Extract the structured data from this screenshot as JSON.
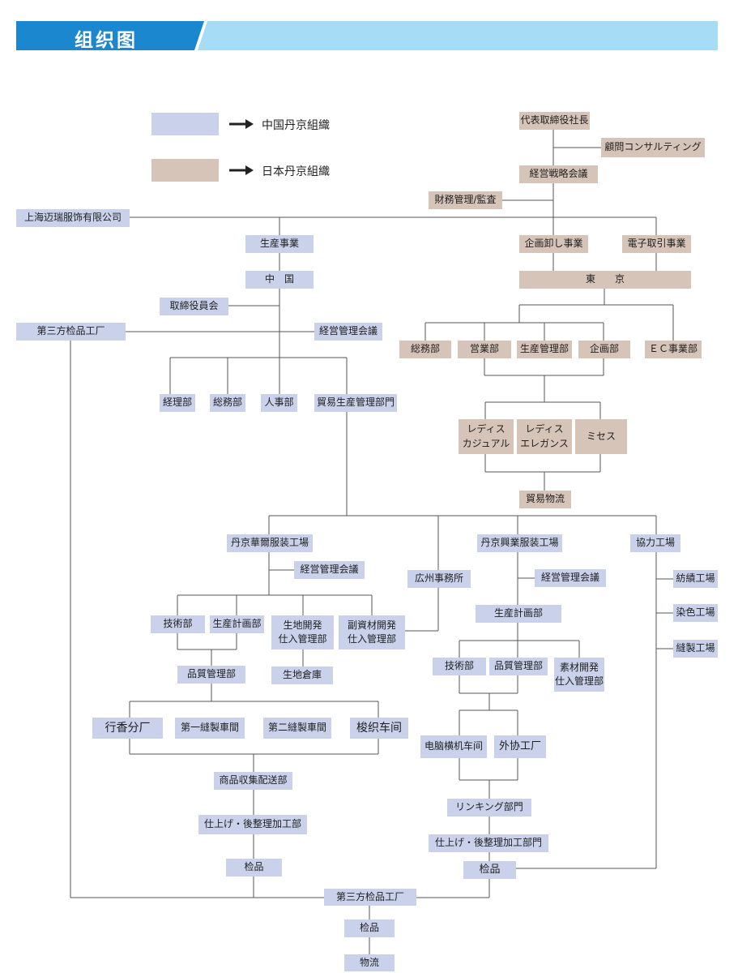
{
  "header": {
    "title": "组织图"
  },
  "legend": [
    {
      "label": "中国丹京組織",
      "color": "#c9d2ea"
    },
    {
      "label": "日本丹京組織",
      "color": "#d7c4b9"
    }
  ],
  "colors": {
    "china": "#c9d2ea",
    "japan": "#d7c4b9",
    "header_dark": "#1a87cf",
    "header_light": "#a6dcf5",
    "line": "#333333"
  },
  "nodes": {
    "ceo": "代表取締役社長",
    "advisor": "顧問コンサルティング",
    "strategy_council": "経営戦略会議",
    "finance": "財務管理/監査",
    "shanghai": "上海迈瑞服饰有限公司",
    "planning_wholesale": "企画卸し事業",
    "ecommerce": "電子取引事業",
    "tokyo": "東　　京",
    "production_business": "生産事業",
    "china": "中　国",
    "board": "取締役員会",
    "third_party_inspection_top": "第三方检品工厂",
    "mgmt_council_cn": "経営管理会議",
    "general_affairs_jp": "総務部",
    "sales_jp": "営業部",
    "production_mgmt_jp": "生産管理部",
    "planning_jp": "企画部",
    "ec_dept": "ＥＣ事業部",
    "accounting": "経理部",
    "general_affairs_cn": "総務部",
    "hr": "人事部",
    "trade_production_mgmt": "貿易生産管理部門",
    "ladies_casual": "レディス\nカジュアル",
    "ladies_elegance": "レディス\nエレガンス",
    "mrs": "ミセス",
    "trade_logistics": "貿易物流",
    "dandong_huaer": "丹京華爾服装工場",
    "mgmt_council_huaer": "経営管理会議",
    "guangzhou": "広州事務所",
    "dandong_xingye": "丹京興業服装工場",
    "mgmt_council_xingye": "経営管理会議",
    "partner_factory": "協力工場",
    "spinning": "紡績工場",
    "dyeing": "染色工場",
    "sewing": "縫製工場",
    "tech_huaer": "技術部",
    "prod_plan_huaer": "生産計画部",
    "fabric_dev": "生地開発\n仕入管理部",
    "accessory_dev": "副資材開発\n仕入管理部",
    "fabric_warehouse": "生地倉庫",
    "quality_huaer": "品質管理部",
    "xingxiang_plant": "行香分厂",
    "sewing_shop_1": "第一縫製車間",
    "sewing_shop_2": "第二縫製車間",
    "shuttle_weaving": "梭织车间",
    "goods_collection": "商品収集配送部",
    "finishing_huaer": "仕上げ・後整理加工部",
    "inspection_huaer": "检品",
    "prod_plan_xingye": "生産計画部",
    "tech_xingye": "技術部",
    "quality_xingye": "品質管理部",
    "material_dev": "素材開発\n仕入管理部",
    "computer_knitting": "电脑横机车间",
    "outsourcing": "外协工厂",
    "linking": "リンキング部門",
    "finishing_xingye": "仕上げ・後整理加工部門",
    "inspection_xingye": "检品",
    "third_party_inspection_bottom": "第三方检品工厂",
    "inspection_final": "检品",
    "logistics": "物流"
  }
}
